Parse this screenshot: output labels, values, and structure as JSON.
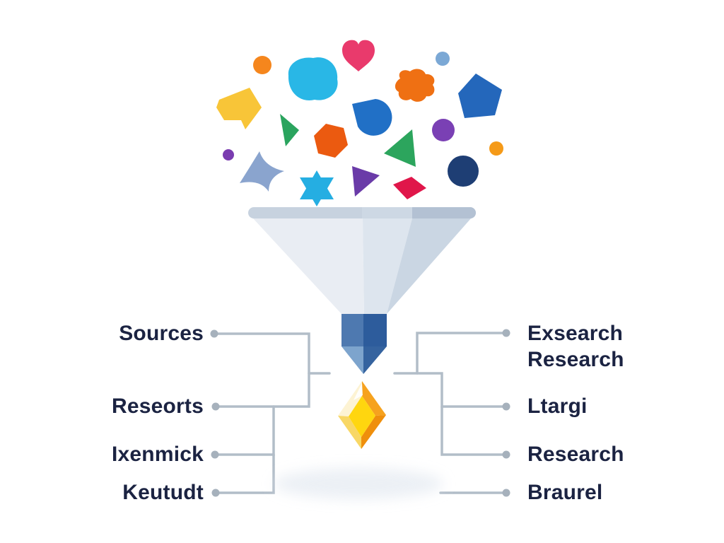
{
  "labels": {
    "left": [
      {
        "text": "Sources"
      },
      {
        "text": "Reseorts"
      },
      {
        "text": "Ixenmick"
      },
      {
        "text": "Keutudt"
      }
    ],
    "right": [
      {
        "line1": "Exsearch",
        "line2": "Research"
      },
      {
        "text": "Ltargi"
      },
      {
        "text": "Research"
      },
      {
        "text": "Braurel"
      }
    ]
  },
  "colors": {
    "background": "#ffffff",
    "text": "#1b2342",
    "connector_line": "#b2bdc8",
    "connector_dot": "#a6b1bc",
    "shadow": "#e2e8f0"
  },
  "funnel": {
    "rim_left": "#c7d2df",
    "rim_mid": "#cdd8e4",
    "rim_right": "#b3c1d3",
    "cone_left": "#e9edf3",
    "cone_mid": "#dde5ee",
    "cone_right": "#cad6e3",
    "spout_left": "#4e79b0",
    "spout_right": "#2d5c9c",
    "tip_left": "#7da4cd",
    "tip_right": "#35639f"
  },
  "gem": {
    "upper_left": "#fdf3d3",
    "lower_left": "#f8d765",
    "upper_right": "#f6a21e",
    "lower_right": "#ef8f0c",
    "center": "#ffd60f",
    "glint": "#ffffff"
  },
  "shapes": {
    "orange_circle": "#f5861d",
    "cyan_blob": "#29b7e6",
    "heart": "#e93a6c",
    "lightblue_circle": "#7ba8d5",
    "orange_blob": "#ef7013",
    "blue_pentagon": "#2467bb",
    "yellow_blob": "#f8c538",
    "blue_notched_circle": "#2170c6",
    "green_triangle_small": "#2aa45e",
    "purple_circle": "#7a40b4",
    "orange_hexagon": "#eb5a10",
    "green_triangle_big": "#2ca55d",
    "orange_circle_small": "#f59a18",
    "purple_circle_small": "#7a3cb0",
    "steel_star": "#8aa4ce",
    "navy_circle": "#1e3e74",
    "cyan_star": "#25aee2",
    "purple_triangle": "#6a3ba8",
    "crimson_diamond": "#e0164a"
  }
}
